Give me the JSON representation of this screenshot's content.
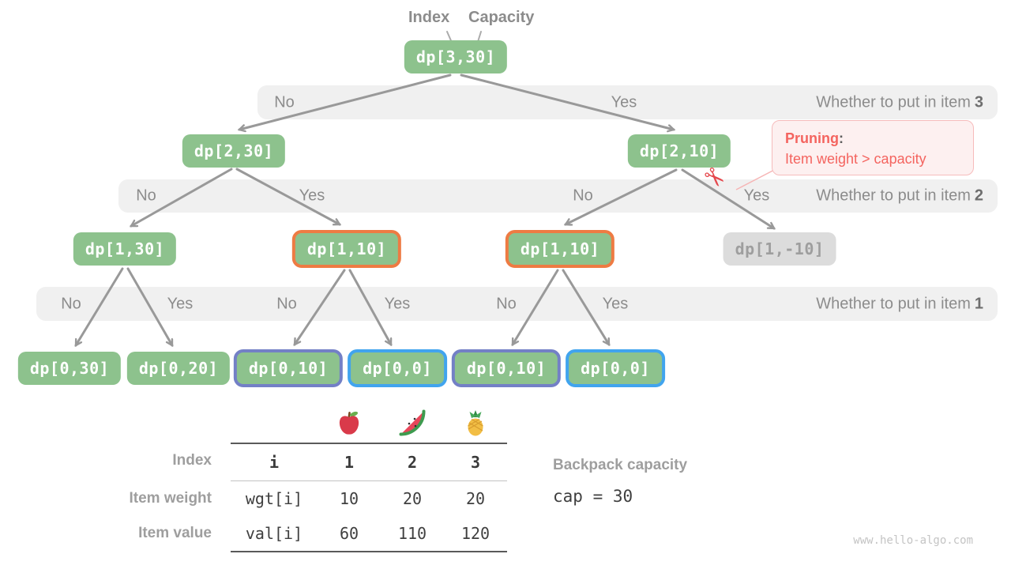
{
  "pointer_labels": {
    "index": "Index",
    "capacity": "Capacity"
  },
  "nodes": {
    "root": "dp[3,30]",
    "level2": [
      "dp[2,30]",
      "dp[2,10]"
    ],
    "level1": [
      "dp[1,30]",
      "dp[1,10]",
      "dp[1,10]",
      "dp[1,-10]"
    ],
    "level0": [
      "dp[0,30]",
      "dp[0,20]",
      "dp[0,10]",
      "dp[0,0]",
      "dp[0,10]",
      "dp[0,0]"
    ]
  },
  "bands": [
    {
      "choices": [
        "No",
        "Yes"
      ],
      "question_prefix": "Whether to put in item",
      "item_number": "3"
    },
    {
      "choices": [
        "No",
        "Yes",
        "No",
        "Yes"
      ],
      "question_prefix": "Whether to put in item",
      "item_number": "2"
    },
    {
      "choices": [
        "No",
        "Yes",
        "No",
        "Yes",
        "No",
        "Yes"
      ],
      "question_prefix": "Whether to put in item",
      "item_number": "1"
    }
  ],
  "pruning": {
    "title": "Pruning",
    "colon": ":",
    "reason": "Item weight > capacity"
  },
  "icons": {
    "scissors": "✂",
    "fruits": [
      "apple-icon",
      "watermelon-icon",
      "pineapple-icon"
    ]
  },
  "table": {
    "row_labels": [
      "Index",
      "Item weight",
      "Item value"
    ],
    "header": {
      "head": "i",
      "values": [
        "1",
        "2",
        "3"
      ]
    },
    "weight": {
      "head": "wgt[i]",
      "values": [
        "10",
        "20",
        "20"
      ]
    },
    "value": {
      "head": "val[i]",
      "values": [
        "60",
        "110",
        "120"
      ]
    }
  },
  "capacity_info": {
    "label": "Backpack capacity",
    "code": "cap = 30"
  },
  "watermark": "www.hello-algo.com",
  "colors": {
    "node_green": "#8DC28D",
    "node_gray_bg": "#DCDCDC",
    "node_gray_text": "#9E9E9E",
    "highlight_orange": "#EE7B43",
    "highlight_purple": "#7380C6",
    "highlight_blue": "#41A4EE",
    "band_bg": "#F0F0F0",
    "band_text": "#8C8C8C",
    "pruning_pink": "#F4645F",
    "edge_gray": "#999999"
  }
}
